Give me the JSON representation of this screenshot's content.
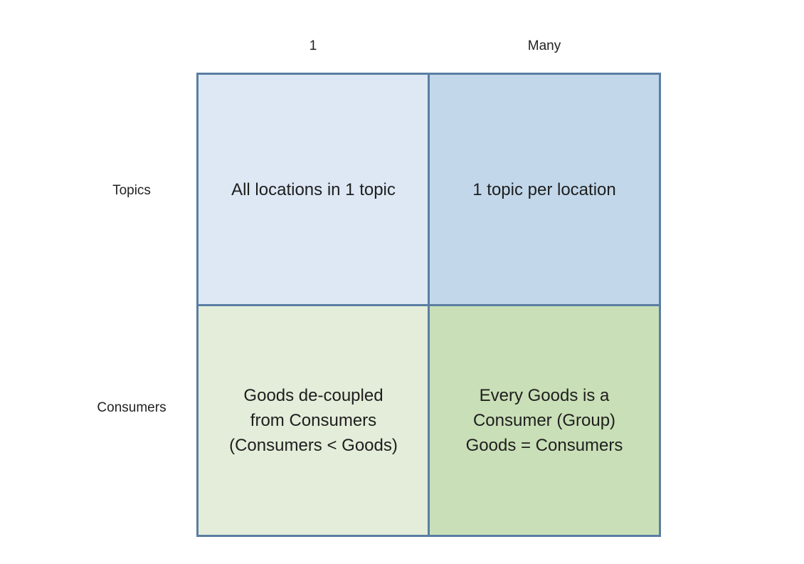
{
  "columns": [
    "1",
    "Many"
  ],
  "rows": [
    "Topics",
    "Consumers"
  ],
  "cells": [
    {
      "text": "All locations in 1 topic",
      "color": "#dde8f4"
    },
    {
      "text": "1 topic per location",
      "color": "#c2d7ea"
    },
    {
      "text": "Goods de-coupled\nfrom Consumers\n(Consumers < Goods)",
      "color": "#e3edd9"
    },
    {
      "text": "Every Goods is a\nConsumer (Group)\nGoods = Consumers",
      "color": "#c9dfb7"
    }
  ]
}
